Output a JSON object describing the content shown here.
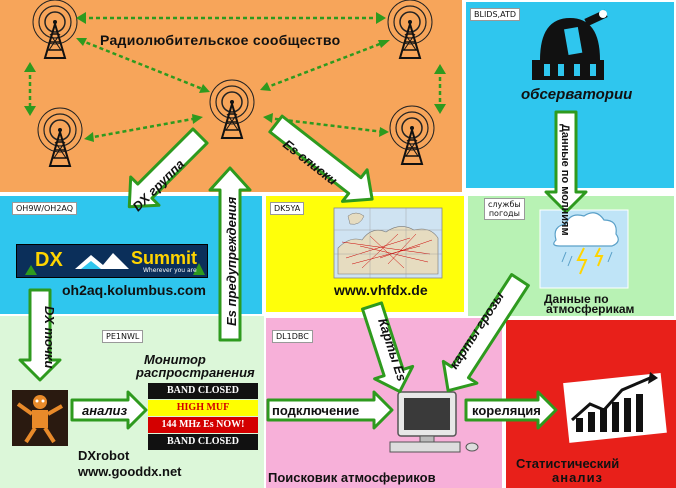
{
  "colors": {
    "community_bg": "#f7a55a",
    "observatory_bg": "#2fc6ee",
    "dxsummit_bg": "#2fc6ee",
    "vhfdx_bg": "#ffff0a",
    "weather_bg": "#b8f2b4",
    "dxrobot_bg": "#dcf7d9",
    "dl1dbc_bg": "#f7b0d9",
    "statistics_bg": "#e8201a",
    "arrow_fill": "#ffffff",
    "arrow_border": "#2e9a1e",
    "dashed_arrow": "#2e9a1e"
  },
  "community": {
    "title": "Радиолюбительское сообщество"
  },
  "observatory": {
    "tag": "BLIDS,ATD",
    "label": "обсерватории",
    "icon": "observatory-dome-icon"
  },
  "dxsummit": {
    "tag": "OH9W/OH2AQ",
    "logo_text": "DX",
    "logo_text2": "Summit",
    "logo_sub": "Wherever you are",
    "url": "oh2aq.kolumbus.com"
  },
  "vhfdx": {
    "tag": "DK5YA",
    "url": "www.vhfdx.de"
  },
  "weather": {
    "tag_line1": "службы",
    "tag_line2": "погоды",
    "label_line1": "Данные по",
    "label_line2": "атмосферикам",
    "icon": "storm-cloud-icon"
  },
  "dxrobot": {
    "tag": "PE1NWL",
    "name": "DXrobot",
    "url": "www.gooddx.net"
  },
  "monitor": {
    "title_line1": "Монитор",
    "title_line2": "распространения",
    "rows": [
      {
        "text": "BAND CLOSED",
        "bg": "#111111",
        "fg": "#ffffff"
      },
      {
        "text": "HIGH MUF",
        "bg": "#ffff00",
        "fg": "#d40000"
      },
      {
        "text": "144 MHz Es NOW!",
        "bg": "#d40000",
        "fg": "#ffffff"
      },
      {
        "text": "BAND CLOSED",
        "bg": "#111111",
        "fg": "#ffffff"
      }
    ]
  },
  "dl1dbc": {
    "tag": "DL1DBC",
    "label": "Поисковик атмосфериков"
  },
  "statistics": {
    "label_line1": "Статистический",
    "label_line2": "анализ",
    "icon": "rising-chart-icon"
  },
  "arrows": {
    "dx_group": "DX группа",
    "es_warnings": "Es предупреждения",
    "es_lists": "Es списки",
    "lightning_data": "Данные по молниям",
    "dx_spots": "DX точки",
    "analysis": "анализ",
    "connection": "подключение",
    "correlation": "кореляция",
    "es_maps": "Карты Es",
    "storm_maps": "карты грозы"
  }
}
